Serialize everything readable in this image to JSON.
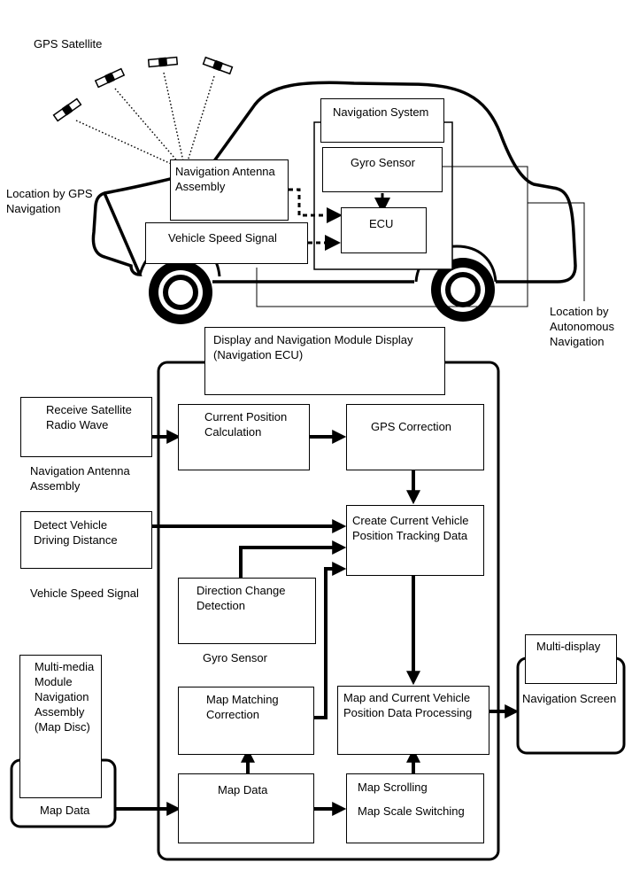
{
  "car_section": {
    "gps_satellite_label": "GPS Satellite",
    "location_gps_label": "Location by GPS\nNavigation",
    "location_autonomous_label": "Location by\nAutonomous\nNavigation",
    "navigation_system_label": "Navigation System",
    "gyro_sensor_label": "Gyro Sensor",
    "ecu_label": "ECU",
    "antenna_assembly_label": "Navigation Antenna\nAssembly",
    "vehicle_speed_signal_label": "Vehicle Speed Signal"
  },
  "flow_section": {
    "module_title": "Display and Navigation Module Display\n(Navigation ECU)",
    "receive_satellite_label": "Receive Satellite\nRadio Wave",
    "antenna_caption": "Navigation Antenna\nAssembly",
    "current_position_label": "Current Position\nCalculation",
    "gps_correction_label": "GPS Correction",
    "detect_distance_label": "Detect Vehicle\nDriving Distance",
    "speed_signal_caption": "Vehicle Speed Signal",
    "create_tracking_label": "Create Current Vehicle\nPosition Tracking Data",
    "direction_change_label": "Direction Change\nDetection",
    "gyro_caption": "Gyro Sensor",
    "map_matching_label": "Map Matching\nCorrection",
    "map_processing_label": "Map and Current Vehicle\nPosition Data Processing",
    "multimedia_label": "Multi-media\nModule\nNavigation\nAssembly\n(Map Disc)",
    "map_data_caption": "Map Data",
    "map_data_label": "Map Data",
    "map_scrolling_label": "Map Scrolling",
    "map_scale_label": "Map Scale Switching",
    "multi_display_label": "Multi-display",
    "navigation_screen_label": "Navigation Screen"
  }
}
